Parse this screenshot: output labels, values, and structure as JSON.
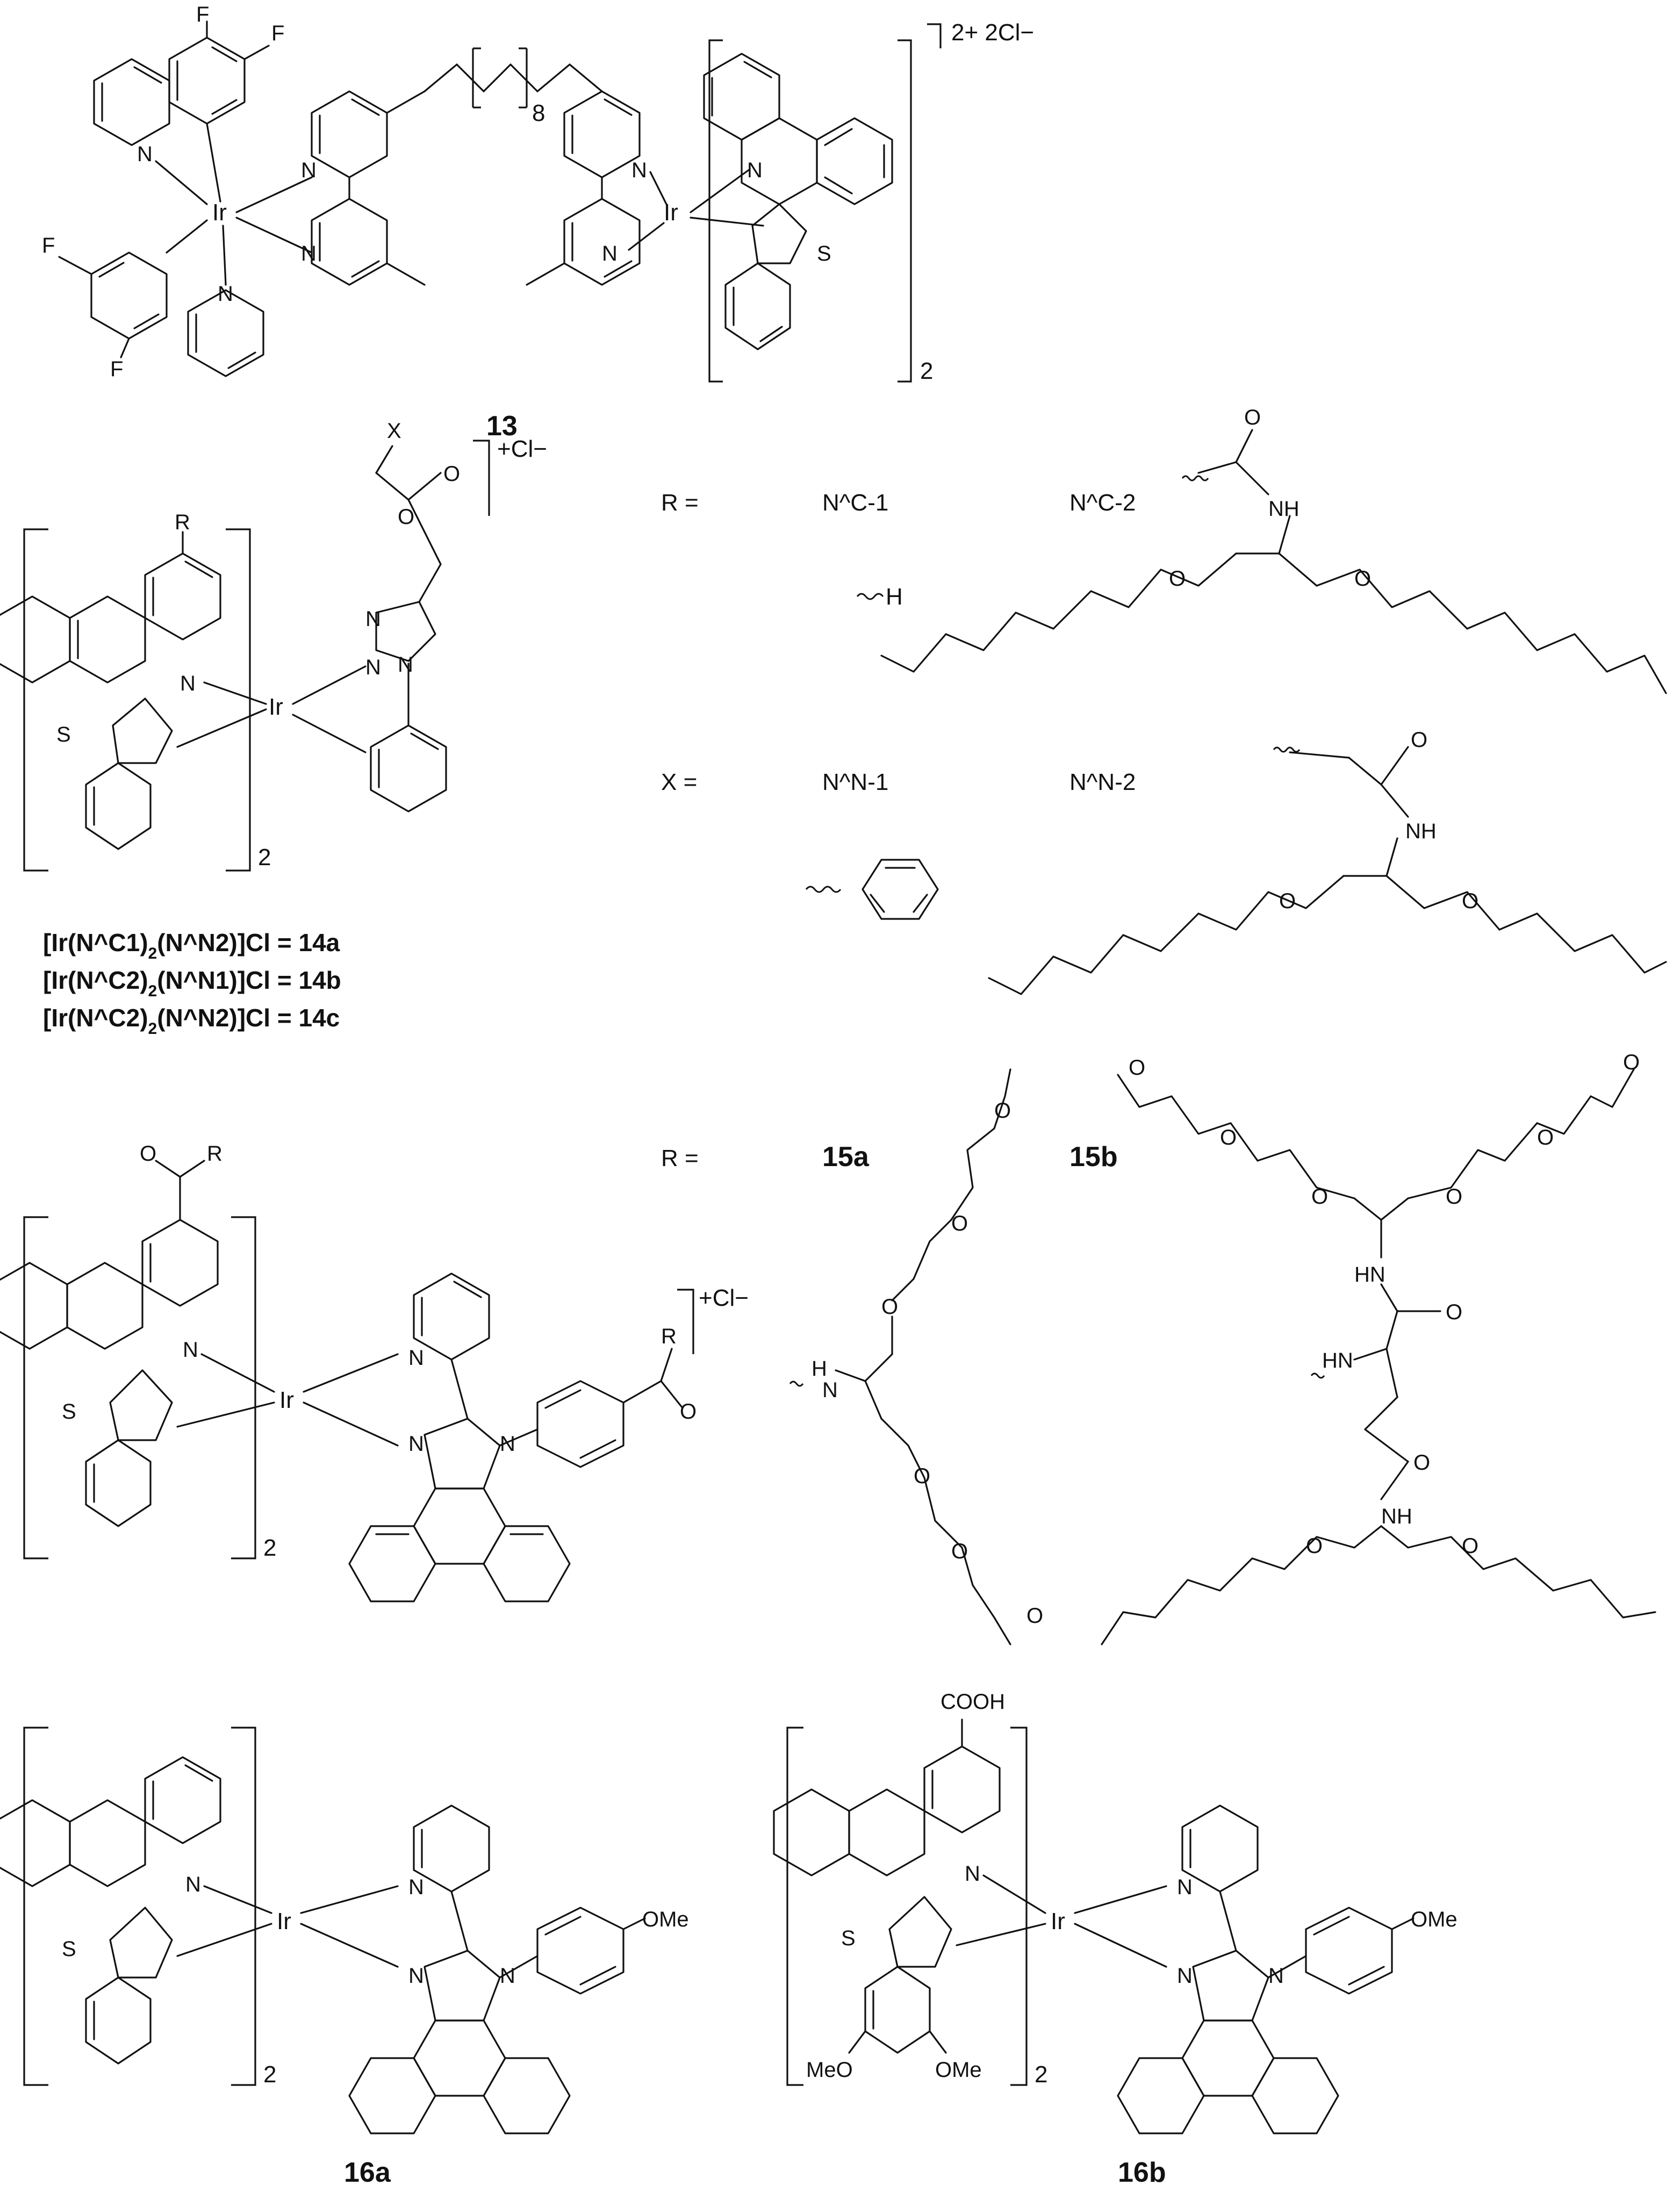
{
  "colors": {
    "ink": "#111111",
    "background": "#ffffff"
  },
  "compound_13": {
    "label": "13",
    "charge": "2+ 2Cl−",
    "linker_count": "8",
    "bracket_count": "2",
    "atoms": {
      "F": "F",
      "N": "N",
      "Ir": "Ir",
      "S": "S"
    }
  },
  "compound_14": {
    "charge": "+Cl−",
    "substituent_R": "R",
    "substituent_X": "X",
    "bracket_count": "2",
    "formulas": [
      {
        "prefix": "[Ir(N^C1)",
        "sub": "2",
        "suffix": "(N^N2)]Cl = 14a"
      },
      {
        "prefix": "[Ir(N^C2)",
        "sub": "2",
        "suffix": "(N^N1)]Cl = 14b"
      },
      {
        "prefix": "[Ir(N^C2)",
        "sub": "2",
        "suffix": "(N^N2)]Cl = 14c"
      }
    ]
  },
  "r_table_14": {
    "r_label": "R =",
    "x_label": "X =",
    "nc1": "N^C-1",
    "nc2": "N^C-2",
    "nc1_value": "H",
    "nn1": "N^N-1",
    "nn2": "N^N-2",
    "nh": "NH",
    "o": "O"
  },
  "compound_15": {
    "charge": "+Cl−",
    "r_label": "R =",
    "label_a": "15a",
    "label_b": "15b",
    "hn": "HN",
    "nh": "NH",
    "h": "H",
    "n": "N",
    "o": "O",
    "bracket_count": "2"
  },
  "compound_16": {
    "label_a": "16a",
    "label_b": "16b",
    "ome": "OMe",
    "meo": "MeO",
    "cooh": "COOH",
    "bracket_count": "2"
  }
}
